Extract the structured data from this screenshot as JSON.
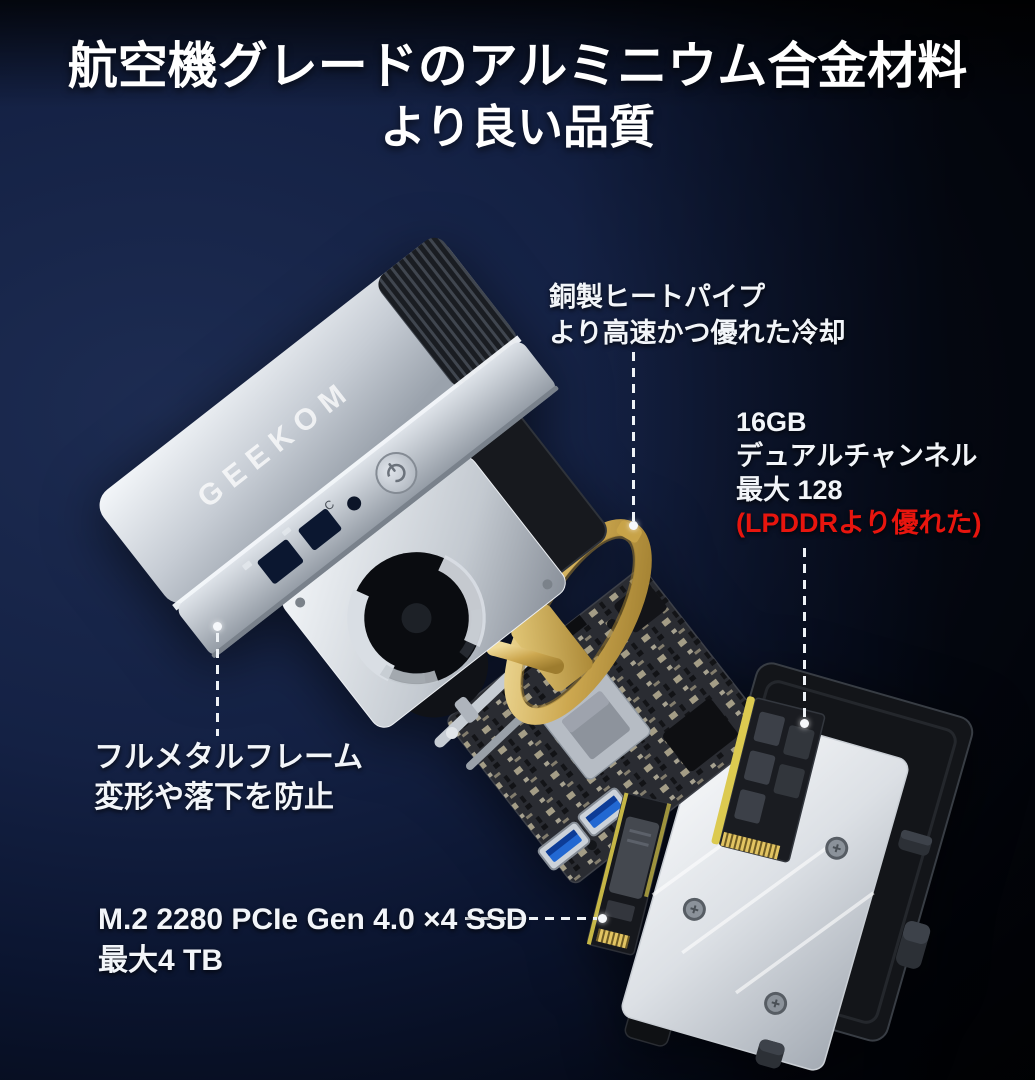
{
  "title": {
    "line1": "航空機グレードのアルミニウム合金材料",
    "line2": "より良い品質"
  },
  "annotations": {
    "heat_pipe": {
      "title": "銅製ヒートパイプ",
      "desc": "より高速かつ優れた冷却"
    },
    "memory": {
      "capacity": "16GB",
      "channel": "デュアルチャンネル",
      "max": "最大 128",
      "note": "(LPDDRより優れた)"
    },
    "frame": {
      "title": "フルメタルフレーム",
      "desc": "変形や落下を防止"
    },
    "storage": {
      "title": "M.2 2280 PCIe Gen 4.0 ×4 SSD",
      "desc": "最大4 TB"
    }
  },
  "device": {
    "brand_logo": "GEEKOM",
    "front_port_label": "C"
  },
  "colors": {
    "note_red": "#e8150e",
    "heat_pipe_gold": "#c9a54b",
    "background_navy": "#142144",
    "case_silver": "#c9ced6",
    "text_white": "#f2f5f9"
  }
}
